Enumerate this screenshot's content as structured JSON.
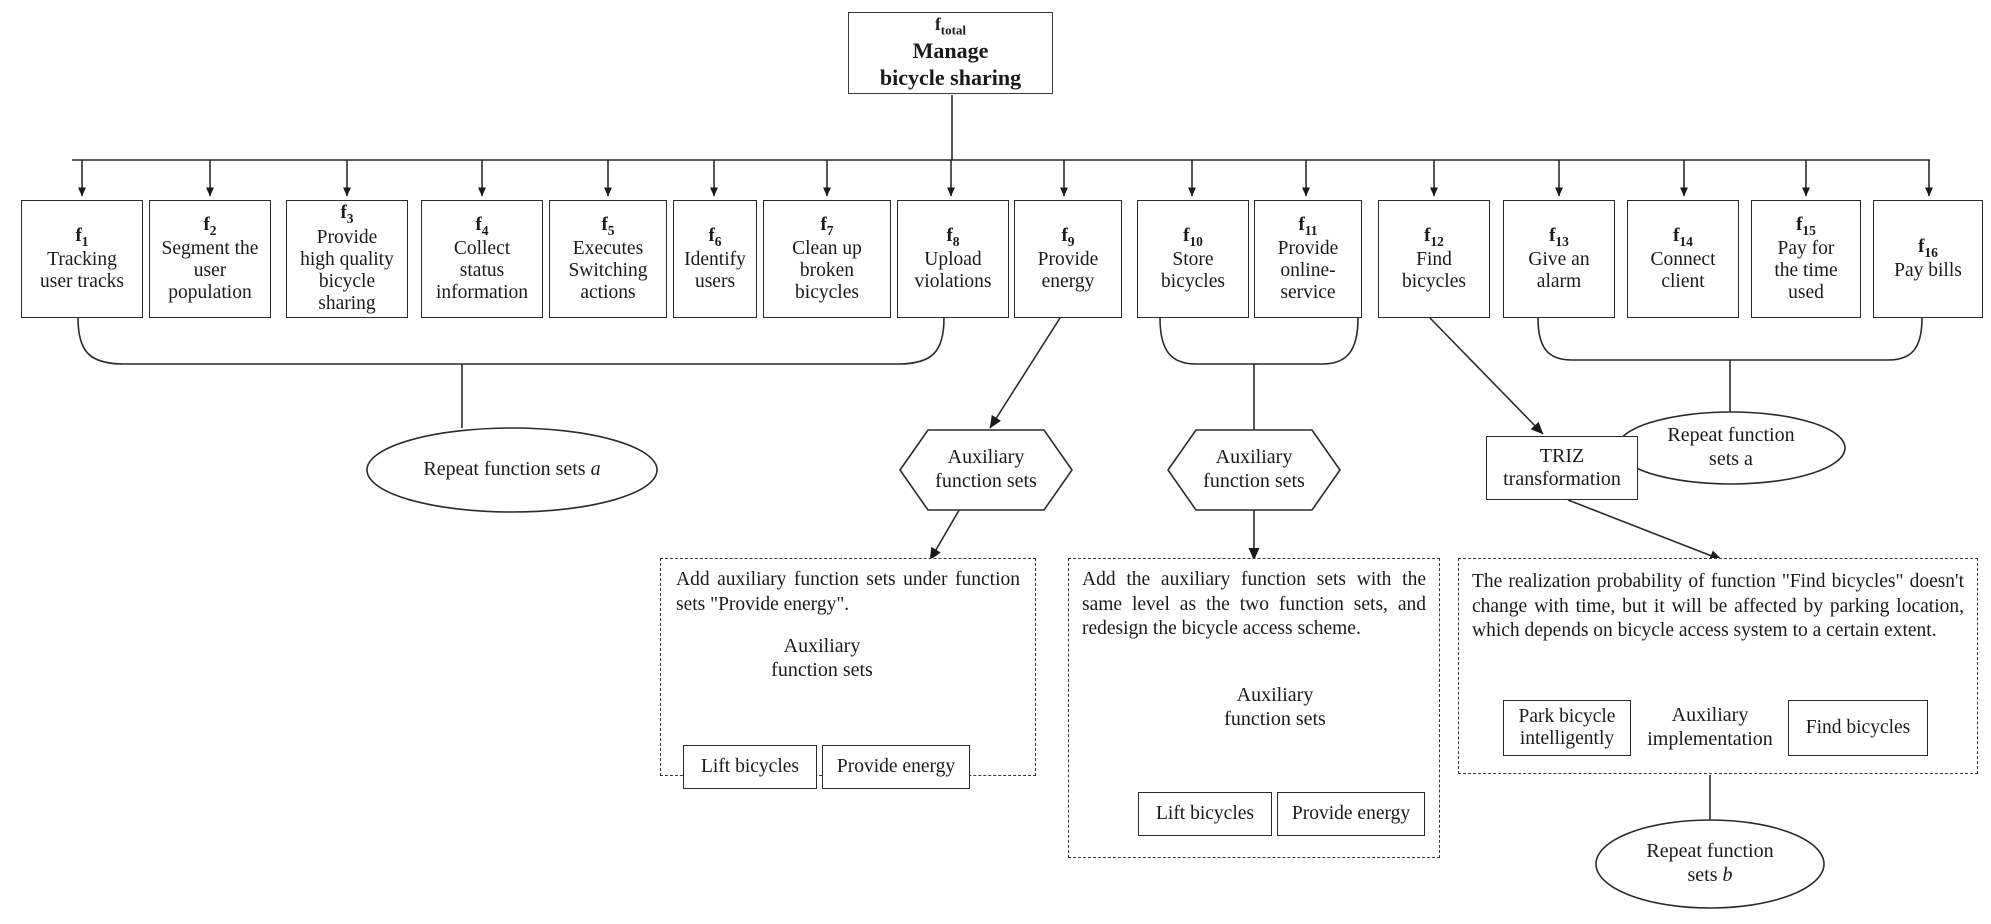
{
  "root": {
    "id": "f",
    "id_sub": "total",
    "title_line1": "Manage",
    "title_line2": "bicycle sharing"
  },
  "functions": [
    {
      "id": "f",
      "num": "1",
      "label": "Tracking\nuser tracks"
    },
    {
      "id": "f",
      "num": "2",
      "label": "Segment the\nuser\npopulation"
    },
    {
      "id": "f",
      "num": "3",
      "label": "Provide\nhigh quality\nbicycle\nsharing"
    },
    {
      "id": "f",
      "num": "4",
      "label": "Collect\nstatus\ninformation"
    },
    {
      "id": "f",
      "num": "5",
      "label": "Executes\nSwitching\nactions"
    },
    {
      "id": "f",
      "num": "6",
      "label": "Identify\nusers"
    },
    {
      "id": "f",
      "num": "7",
      "label": "Clean up\nbroken\nbicycles"
    },
    {
      "id": "f",
      "num": "8",
      "label": "Upload\nviolations"
    },
    {
      "id": "f",
      "num": "9",
      "label": "Provide\nenergy"
    },
    {
      "id": "f",
      "num": "10",
      "label": "Store\nbicycles"
    },
    {
      "id": "f",
      "num": "11",
      "label": "Provide\nonline-\nservice"
    },
    {
      "id": "f",
      "num": "12",
      "label": "Find\nbicycles"
    },
    {
      "id": "f",
      "num": "13",
      "label": "Give an\nalarm"
    },
    {
      "id": "f",
      "num": "14",
      "label": "Connect\nclient"
    },
    {
      "id": "f",
      "num": "15",
      "label": "Pay for\nthe time\nused"
    },
    {
      "id": "f",
      "num": "16",
      "label": "Pay bills"
    }
  ],
  "shapes": {
    "ellipse_left": "Repeat function sets a",
    "ellipse_left_italic_tail": "a",
    "hex_1_line1": "Auxiliary",
    "hex_1_line2": "function sets",
    "hex_2_line1": "Auxiliary",
    "hex_2_line2": "function sets",
    "triz_line1": "TRIZ",
    "triz_line2": "transformation",
    "ellipse_right_line1": "Repeat function",
    "ellipse_right_line2": "sets a",
    "ellipse_bottom_line1": "Repeat function",
    "ellipse_bottom_line2": "sets b"
  },
  "panels": [
    {
      "name": "panel-provide-energy",
      "text": "Add auxiliary function sets under function sets \"Provide energy\".",
      "parallelogram_line1": "Auxiliary",
      "parallelogram_line2": "function sets",
      "child_left": "Lift bicycles",
      "child_right": "Provide energy"
    },
    {
      "name": "panel-bicycle-access",
      "text": "Add the auxiliary function sets with the same level as the two function sets, and redesign the bicycle access scheme.",
      "parallelogram_line1": "Auxiliary",
      "parallelogram_line2": "function sets",
      "child_left": "Lift bicycles",
      "child_right": "Provide energy"
    },
    {
      "name": "panel-find-bicycles",
      "text": "The realization probability of function \"Find bicycles\" doesn't change with time, but it will be affected by parking location, which depends on bicycle access system to a certain extent.",
      "left_box_line1": "Park bicycle",
      "left_box_line2": "intelligently",
      "middle_label_line1": "Auxiliary",
      "middle_label_line2": "implementation",
      "right_box": "Find bicycles"
    }
  ],
  "colors": {
    "stroke": "#2b2b2b",
    "text": "#1a1a1a",
    "background": "#ffffff"
  }
}
